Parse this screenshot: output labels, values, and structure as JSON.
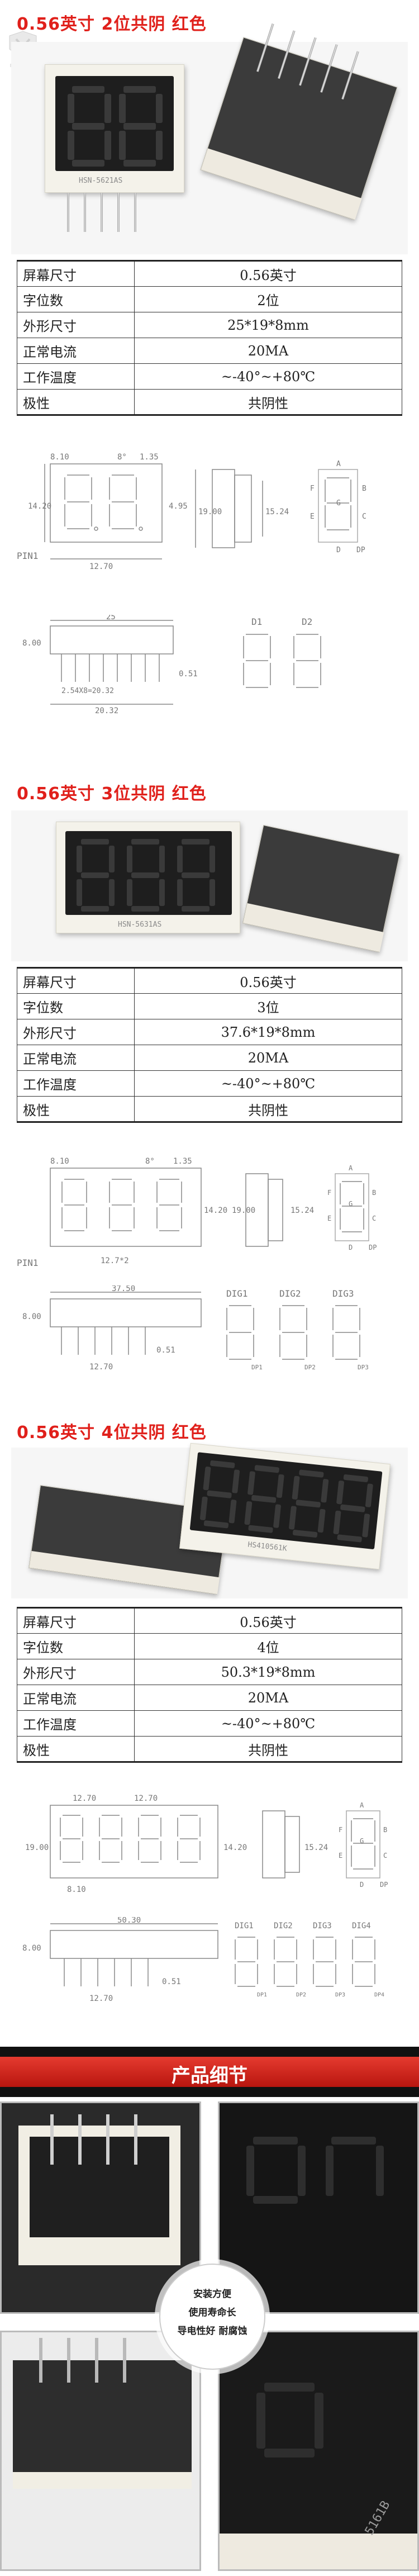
{
  "sections": [
    {
      "title": "0.56英寸 2位共阴 红色",
      "photo_mark": "HSN-5621AS",
      "specs": [
        {
          "key": "屏幕尺寸",
          "value": "0.56英寸"
        },
        {
          "key": "字位数",
          "value": "2位"
        },
        {
          "key": "外形尺寸",
          "value": "25*19*8mm"
        },
        {
          "key": "正常电流",
          "value": "20MA"
        },
        {
          "key": "工作温度",
          "value": "~-40°~+80℃"
        },
        {
          "key": "极性",
          "value": "共阴性"
        }
      ],
      "drawing_labels": {
        "top": [
          "8.10",
          "8°",
          "1.35",
          "4.95",
          "14.20",
          "12.70",
          "19.00",
          "15.24"
        ],
        "pin1": "PIN1",
        "side": [
          "25",
          "8.00",
          "0.51",
          "2.54X8=20.32",
          "20.32"
        ],
        "digits": [
          "D1",
          "D2"
        ],
        "segments": [
          "A",
          "B",
          "C",
          "D",
          "E",
          "F",
          "G",
          "DP"
        ]
      }
    },
    {
      "title": "0.56英寸 3位共阴 红色",
      "photo_mark": "HSN-5631AS",
      "specs": [
        {
          "key": "屏幕尺寸",
          "value": "0.56英寸"
        },
        {
          "key": "字位数",
          "value": "3位"
        },
        {
          "key": "外形尺寸",
          "value": "37.6*19*8mm"
        },
        {
          "key": "正常电流",
          "value": "20MA"
        },
        {
          "key": "工作温度",
          "value": "~-40°~+80℃"
        },
        {
          "key": "极性",
          "value": "共阴性"
        }
      ],
      "drawing_labels": {
        "top": [
          "8.10",
          "8°",
          "1.35",
          "14.20",
          "12.7*2",
          "19.00",
          "15.24"
        ],
        "pin1": "PIN1",
        "side": [
          "37.50",
          "8.00",
          "0.51",
          "12.70"
        ],
        "digits": [
          "DIG1",
          "DIG2",
          "DIG3"
        ],
        "dps": [
          "DP1",
          "DP2",
          "DP3"
        ],
        "segments": [
          "A",
          "B",
          "C",
          "D",
          "E",
          "F",
          "G",
          "DP"
        ]
      }
    },
    {
      "title": "0.56英寸 4位共阴 红色",
      "photo_mark": "HS410561K",
      "specs": [
        {
          "key": "屏幕尺寸",
          "value": "0.56英寸"
        },
        {
          "key": "字位数",
          "value": "4位"
        },
        {
          "key": "外形尺寸",
          "value": "50.3*19*8mm"
        },
        {
          "key": "正常电流",
          "value": "20MA"
        },
        {
          "key": "工作温度",
          "value": "~-40°~+80℃"
        },
        {
          "key": "极性",
          "value": "共阴性"
        }
      ],
      "drawing_labels": {
        "top": [
          "12.70",
          "12.70",
          "19.00",
          "14.20",
          "8.10",
          "15.24"
        ],
        "side": [
          "50.30",
          "8.00",
          "0.51",
          "12.70"
        ],
        "digits": [
          "DIG1",
          "DIG2",
          "DIG3",
          "DIG4"
        ],
        "dps": [
          "DP1",
          "DP2",
          "DP3",
          "DP4"
        ],
        "segments": [
          "A",
          "B",
          "C",
          "D",
          "E",
          "F",
          "G",
          "DP"
        ]
      }
    }
  ],
  "banner": {
    "title": "产品细节"
  },
  "badge": {
    "lines": [
      "安装方便",
      "使用寿命长",
      "导电性好 耐腐蚀"
    ]
  },
  "detail_mark": "5161B"
}
